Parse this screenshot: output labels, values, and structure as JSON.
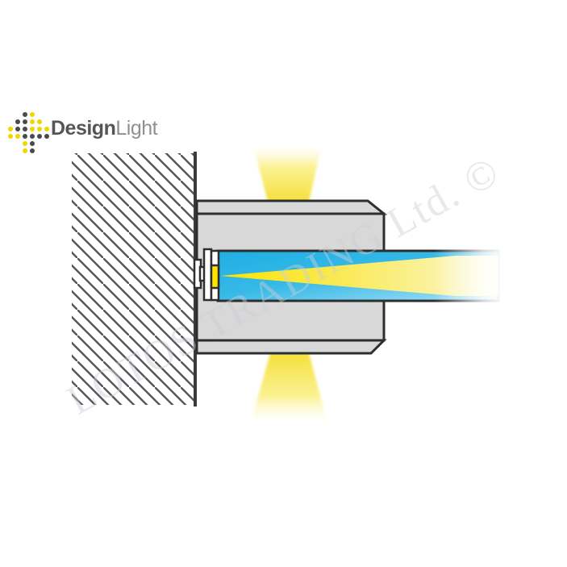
{
  "logo": {
    "text_primary": "Design",
    "text_secondary": "Light",
    "mark_rows": [
      [
        "",
        "",
        "D",
        "Y",
        "",
        ""
      ],
      [
        "",
        "D",
        "D",
        "Y",
        "Y",
        ""
      ],
      [
        "Y",
        "D",
        "D",
        "Y",
        "Y",
        "Y"
      ],
      [
        "Y",
        "Y",
        "D",
        "D",
        "D",
        "D"
      ],
      [
        "",
        "",
        "Y",
        "D",
        "",
        ""
      ],
      [
        "",
        "",
        "Y",
        "D",
        "",
        ""
      ]
    ],
    "colors": {
      "dot_yellow": "#f2d600",
      "dot_dark": "#4a4a4c",
      "text_primary": "#54565a",
      "text_secondary": "#8e9093"
    }
  },
  "watermark": {
    "text": "LOTOS TRADING Ltd. ©"
  },
  "diagram": {
    "subject": "wall-mounted glass-clamp LED light fixture, side cross-section with light beams",
    "colors": {
      "background": "#ffffff",
      "outline": "#2d2e30",
      "wall_line": "#3a3b3d",
      "hatch": "#55565a",
      "fixture_gray": "#d8d8d9",
      "clamp_white": "#ffffff",
      "glass_blue_dark": "#1faee3",
      "glass_blue_light": "#abe4f7",
      "led_yellow": "#ffe400",
      "beam_pale": "#fdf9d8",
      "cone_yellow": "#f5df34"
    }
  }
}
